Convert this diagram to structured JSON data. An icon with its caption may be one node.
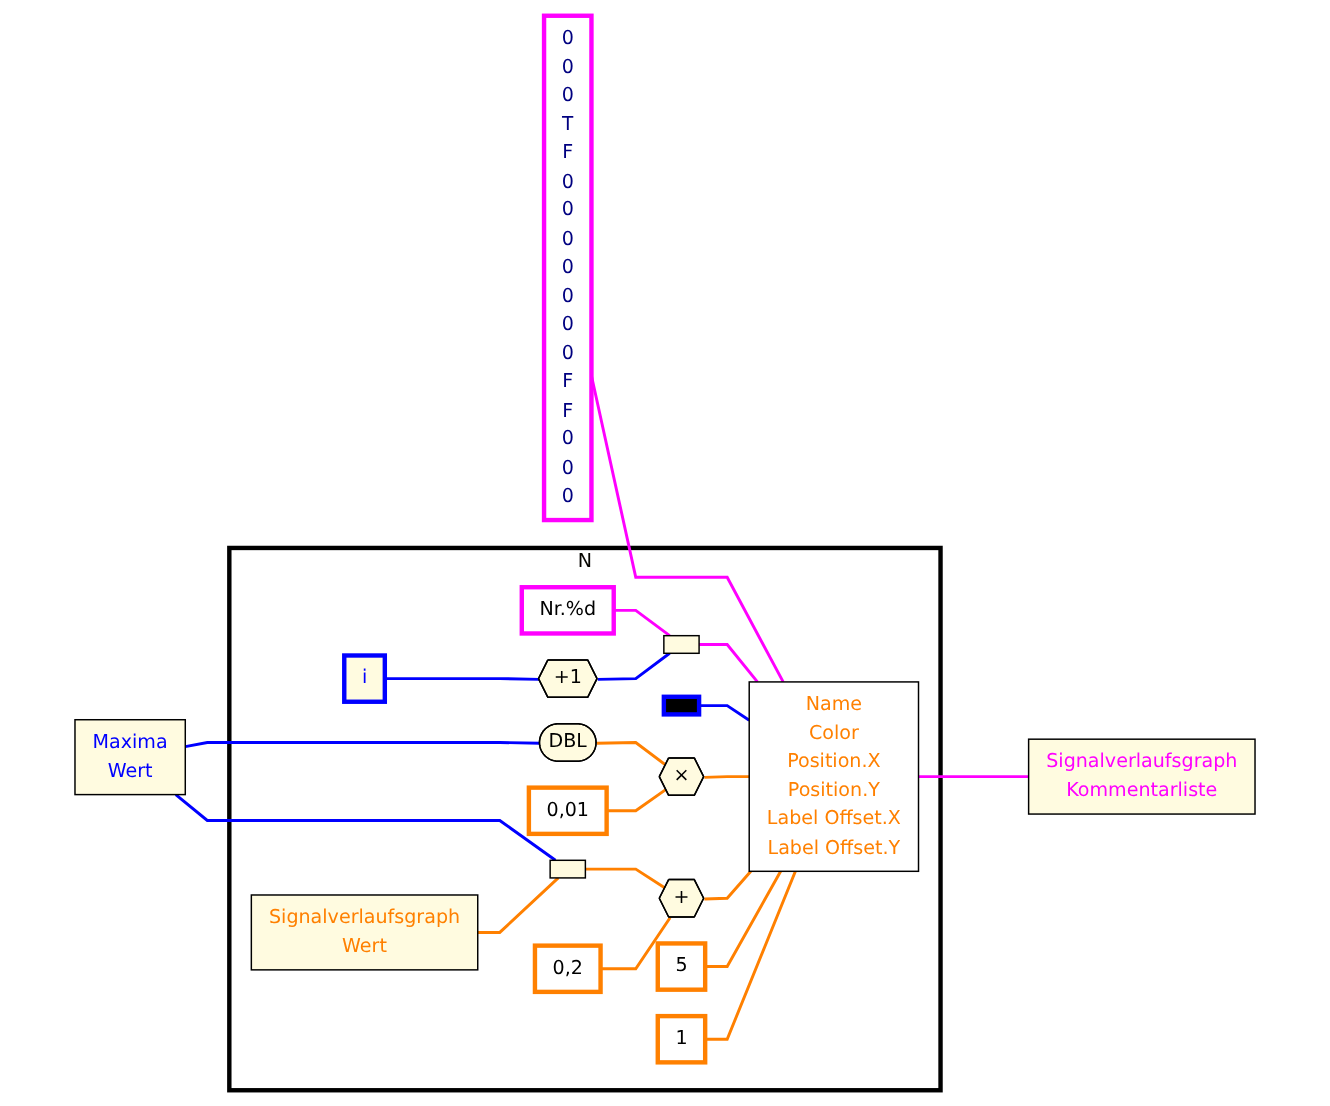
{
  "diagram": {
    "nodes": [
      {
        "text": [
          "N"
        ]
      },
      {
        "text": [
          "0",
          "0",
          "0",
          "T",
          "F",
          "0",
          "0",
          "0",
          "0",
          "0",
          "0",
          "0",
          "F",
          "F",
          "0",
          "0",
          "0"
        ]
      },
      {
        "text": [
          "Maxima",
          "Wert"
        ]
      },
      {
        "text": [
          "Signalverlaufsgraph",
          "Wert"
        ],
        "in": 0
      },
      {
        "text": [],
        "shape": "box",
        "in": 0
      },
      {
        "text": [
          "0,2"
        ],
        "in": 0
      },
      {
        "text": [
          "+"
        ],
        "in": 0
      },
      {
        "text": [
          "DBL"
        ],
        "in": 0
      },
      {
        "text": [
          "0,01"
        ],
        "in": 0
      },
      {
        "text": [
          "×"
        ],
        "in": 0
      },
      {
        "text": [],
        "shape": "box",
        "in": 0
      },
      {
        "text": [
          "Nr.%d"
        ],
        "in": 0
      },
      {
        "text": [],
        "shape": "box",
        "in": 0
      },
      {
        "text": [
          "i"
        ],
        "in": 0
      },
      {
        "text": [
          "+1"
        ],
        "in": 0
      },
      {
        "text": [
          "Name",
          "Color",
          "Position.X",
          "Position.Y",
          "Label Offset.X",
          "Label Offset.Y"
        ],
        "in": 0
      },
      {
        "text": [
          "5"
        ],
        "in": 0
      },
      {
        "text": [
          "1"
        ],
        "in": 0
      },
      {
        "text": [
          "Signalverlaufsgraph",
          "Kommentarliste"
        ]
      }
    ],
    "edges": [
      {
        "from": 2,
        "to": 4,
        "arrow": "none",
        "color": "#0000ff"
      },
      {
        "from": 2,
        "to": 7,
        "arrow": "none",
        "color": "#0000ff"
      },
      {
        "from": 3,
        "to": 4,
        "arrow": "none"
      },
      {
        "from": 4,
        "to": 6,
        "arrow": "none"
      },
      {
        "from": 5,
        "to": 6,
        "arrow": "none"
      },
      {
        "from": 7,
        "to": 9,
        "arrow": "none"
      },
      {
        "from": 8,
        "to": 9,
        "arrow": "none"
      },
      {
        "from": 1,
        "to": 15,
        "arrow": "none",
        "color": "#ff00ff"
      },
      {
        "from": 12,
        "to": 15,
        "arrow": "none",
        "color": "#ff00ff"
      },
      {
        "from": 10,
        "to": 15,
        "arrow": "none",
        "color": "#0000ff"
      },
      {
        "from": 9,
        "to": 15,
        "arrow": "none"
      },
      {
        "from": 6,
        "to": 15,
        "arrow": "none"
      },
      {
        "from": 16,
        "to": 15,
        "arrow": "none"
      },
      {
        "from": 17,
        "to": 15,
        "arrow": "none"
      },
      {
        "from": 11,
        "to": 12,
        "arrow": "none",
        "color": "#ff00ff"
      },
      {
        "from": 13,
        "to": 14,
        "arrow": "none",
        "color": "#0000ff"
      },
      {
        "from": 14,
        "to": 12,
        "arrow": "none",
        "color": "#0000ff"
      },
      {
        "from": 15,
        "to": 18,
        "arrow": "none",
        "color": "#ff00ff"
      }
    ]
  }
}
